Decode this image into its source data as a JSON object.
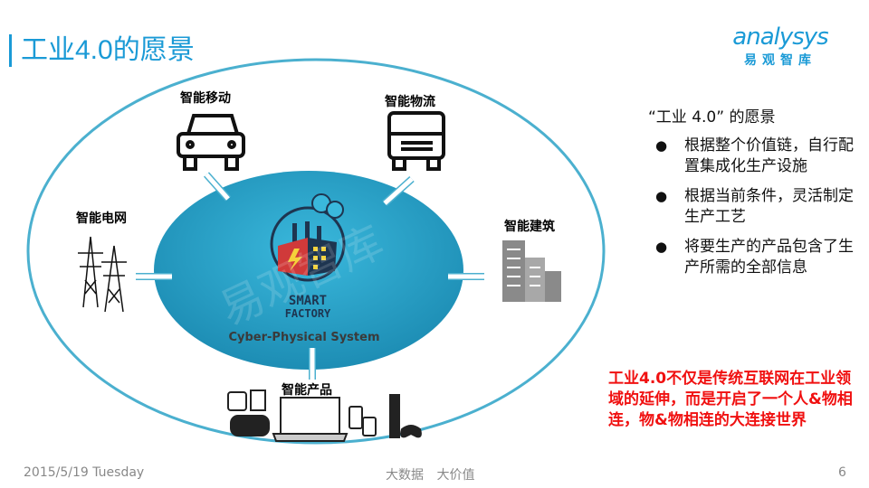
{
  "header": {
    "title": "工业4.0的愿景",
    "logo_en": "analysys",
    "logo_cn": "易观智库"
  },
  "diagram": {
    "center_label": "Cyber-Physical System",
    "factory_logo_text": "SMART FACTORY",
    "watermark": "易观智库",
    "nodes": {
      "mobility": "智能移动",
      "logistics": "智能物流",
      "grid": "智能电网",
      "building": "智能建筑",
      "products": "智能产品"
    }
  },
  "panel": {
    "heading": "“工业 4.0” 的愿景",
    "bullets": [
      "根据整个价值链，自行配置集成化生产设施",
      "根据当前条件，灵活制定生产工艺",
      "将要生产的产品包含了生产所需的全部信息"
    ]
  },
  "highlight": "工业4.0不仅是传统互联网在工业领域的延伸，而是开启了一个人&物相连，物&物相连的大连接世界",
  "footer": {
    "date": "2015/5/19 Tuesday",
    "center": "大数据 大价值",
    "page": "6"
  },
  "colors": {
    "accent": "#1a9ad6",
    "highlight": "#f01010",
    "ellipse": "#2fa8cc"
  }
}
